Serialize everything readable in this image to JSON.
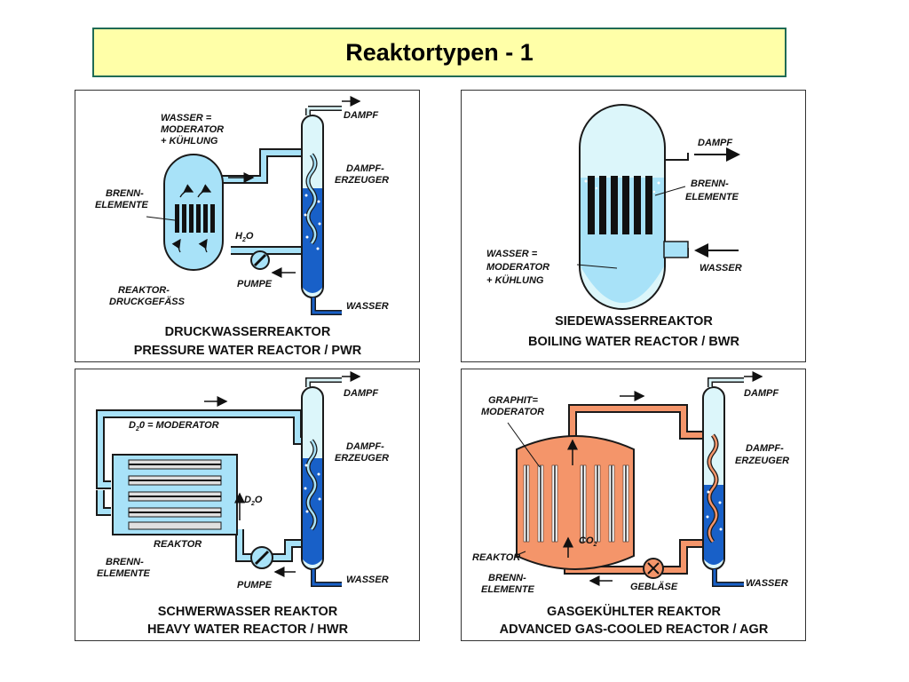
{
  "title": "Reaktortypen - 1",
  "colors": {
    "water": "#a8e2f8",
    "deep": "#1860c8",
    "steam": "#dcf6fa",
    "outline": "#1a1a1a",
    "gas": "#f4956a",
    "title_bg": "#ffffa8"
  },
  "pwr": {
    "label_wasser": [
      "WASSER =",
      "MODERATOR",
      "+ KÜHLUNG"
    ],
    "label_brenn": [
      "BRENN-",
      "ELEMENTE"
    ],
    "label_reaktor": [
      "REAKTOR-",
      "DRUCKGEFÄSS"
    ],
    "label_h2o": "H",
    "label_h2o_sub": "2",
    "label_h2o_end": "O",
    "label_pumpe": "PUMPE",
    "label_dampf": "DAMPF",
    "label_dampferz": [
      "DAMPF-",
      "ERZEUGER"
    ],
    "label_wasser_in": "WASSER",
    "caption": [
      "DRUCKWASSERREAKTOR",
      "PRESSURE  WATER REACTOR / PWR"
    ]
  },
  "bwr": {
    "label_dampf": "DAMPF",
    "label_brenn": [
      "BRENN-",
      "ELEMENTE"
    ],
    "label_wasser": [
      "WASSER =",
      "MODERATOR",
      "+ KÜHLUNG"
    ],
    "label_wasser_in": "WASSER",
    "caption": [
      "SIEDEWASSERREAKTOR",
      "BOILING WATER REACTOR / BWR"
    ]
  },
  "hwr": {
    "label_mod": "D",
    "label_mod_sub": "2",
    "label_mod_end": "0 = MODERATOR",
    "label_d2o": "D",
    "label_d2o_sub": "2",
    "label_d2o_end": "O",
    "label_reaktor": "REAKTOR",
    "label_brenn": [
      "BRENN-",
      "ELEMENTE"
    ],
    "label_pumpe": "PUMPE",
    "label_dampf": "DAMPF",
    "label_dampferz": [
      "DAMPF-",
      "ERZEUGER"
    ],
    "label_wasser_in": "WASSER",
    "caption": [
      "SCHWERWASSER REAKTOR",
      "HEAVY WATER REACTOR / HWR"
    ]
  },
  "agr": {
    "label_graphit": [
      "GRAPHIT=",
      "MODERATOR"
    ],
    "label_reaktor": "REAKTOR",
    "label_brenn": [
      "BRENN-",
      "ELEMENTE"
    ],
    "label_co2": "CO",
    "label_co2_sub": "2",
    "label_geblaese": "GEBLÄSE",
    "label_dampf": "DAMPF",
    "label_dampferz": [
      "DAMPF-",
      "ERZEUGER"
    ],
    "label_wasser_in": "WASSER",
    "caption": [
      "GASGEKÜHLTER REAKTOR",
      "ADVANCED GAS-COOLED REACTOR / AGR"
    ]
  }
}
